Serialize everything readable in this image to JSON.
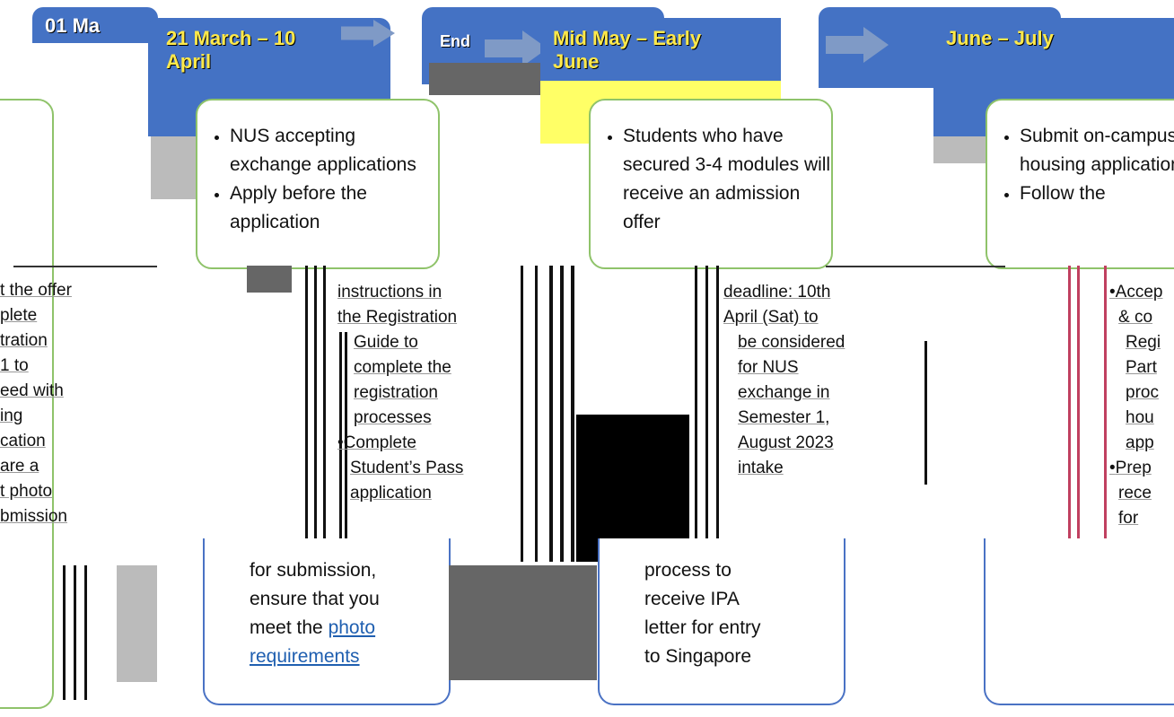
{
  "phases": [
    {
      "header": "01 Ma",
      "card_top_lines": []
    },
    {
      "header_line1": "21 March – 10",
      "header_line2": "April",
      "card_top_items": [
        "NUS accepting exchange applications",
        "Apply before the application"
      ]
    },
    {
      "header_prefix": "End",
      "header_line1": "Mid May – Early",
      "header_line2": "June",
      "card_top_items": [
        "Students who have secured 3-4 modules will receive an admission offer"
      ]
    },
    {
      "header_line1": "June – July",
      "card_top_items": [
        "Submit on-campus housing application",
        "Follow the"
      ]
    }
  ],
  "left_fragments": [
    "t the offer",
    "plete",
    "tration",
    "1 to",
    "eed with",
    "ing",
    "cation",
    "are a",
    "t photo",
    "bmission"
  ],
  "middle_a": {
    "lines": [
      "instructions in",
      "the Registration",
      "Guide to",
      "complete the",
      "registration",
      "processes"
    ],
    "bullet2_lines": [
      "Complete",
      "Student’s Pass",
      "application"
    ]
  },
  "middle_b": {
    "lines": [
      "deadline: 10th",
      "April (Sat) to",
      "be considered",
      "for NUS",
      "exchange in",
      "Semester 1,",
      "August 2023",
      "intake"
    ]
  },
  "right_fragments": [
    "Accep",
    "& co",
    "Regi",
    "Part",
    "proc",
    "hou",
    "app",
    "Prep",
    "rece",
    "for"
  ],
  "bottom_card_a": {
    "lines": [
      "for submission,",
      "ensure that you",
      "meet the "
    ],
    "link_text": "photo requirements"
  },
  "bottom_card_b": {
    "lines": [
      "process to",
      "receive IPA",
      "letter for entry",
      "to Singapore"
    ]
  },
  "colors": {
    "header_blue": "#4472c4",
    "card_green": "#8fc36a",
    "link": "#1f5fb0"
  }
}
